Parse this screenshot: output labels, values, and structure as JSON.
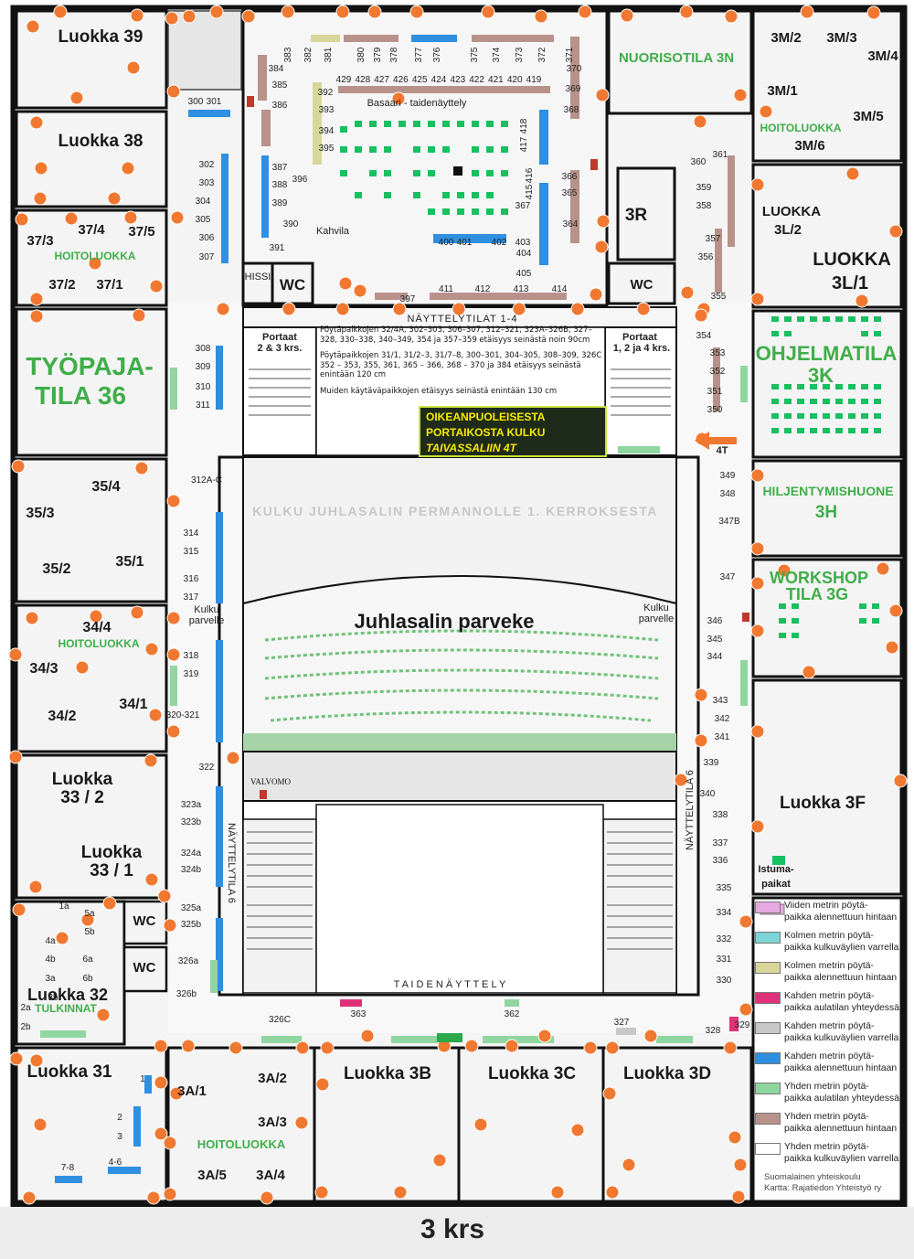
{
  "floor_label": "3 krs",
  "colors": {
    "five_meter_discount": "#e8a9e0",
    "three_meter_corridor": "#7dd3d6",
    "three_meter_discount": "#d9d69a",
    "two_meter_lobby": "#e0327a",
    "two_meter_corridor": "#c8c8c8",
    "one_meter_discount_blue": "#2f8fe0",
    "one_meter_lobby": "#8fd6a0",
    "one_meter_discount_brown": "#b8928a",
    "one_meter_corridor": "#ffffff",
    "marker": "#f07830",
    "room_green": "#3fae49",
    "bazaar_table": "#18c060"
  },
  "rooms": {
    "l39": "Luokka 39",
    "l38": "Luokka 38",
    "r37_3": "37/3",
    "r37_4": "37/4",
    "r37_5": "37/5",
    "r37_2": "37/2",
    "r37_1": "37/1",
    "hoito_37": "HOITOLUOKKA",
    "tyopaja_1": "TYÖPAJA-",
    "tyopaja_2": "TILA 36",
    "r35_4": "35/4",
    "r35_3": "35/3",
    "r35_2": "35/2",
    "r35_1": "35/1",
    "r34_4": "34/4",
    "hoito_34": "HOITOLUOKKA",
    "r34_3": "34/3",
    "r34_2": "34/2",
    "r34_1": "34/1",
    "l33_2a": "Luokka",
    "l33_2b": "33 / 2",
    "l33_1a": "Luokka",
    "l33_1b": "33 / 1",
    "l32": "Luokka 32",
    "tulkinnat": "TULKINNAT",
    "l31": "Luokka 31",
    "r3a1": "3A/1",
    "r3a2": "3A/2",
    "r3a3": "3A/3",
    "hoito_3a": "HOITOLUOKKA",
    "r3a5": "3A/5",
    "r3a4": "3A/4",
    "l3b": "Luokka 3B",
    "l3c": "Luokka 3C",
    "l3d": "Luokka 3D",
    "l3f": "Luokka 3F",
    "istuma_1": "Istuma-",
    "istuma_2": "paikat",
    "workshop_1": "WORKSHOP",
    "workshop_2": "TILA 3G",
    "hiljent_1": "HILJENTYMISHUONE",
    "hiljent_2": "3H",
    "ohjelma_1": "OHJELMATILA",
    "ohjelma_2": "3K",
    "luokka_3l1a": "LUOKKA",
    "luokka_3l1b": "3L/1",
    "luokka_3l2a": "LUOKKA",
    "luokka_3l2b": "3L/2",
    "r3m2": "3M/2",
    "r3m3": "3M/3",
    "r3m4": "3M/4",
    "r3m1": "3M/1",
    "r3m5": "3M/5",
    "r3m6": "3M/6",
    "hoito_3m": "HOITOLUOKKA",
    "nuoriso": "NUORISOTILA 3N",
    "r3r": "3R",
    "wc_1": "WC",
    "wc_2": "WC",
    "wc_3": "WC",
    "wc_4": "WC",
    "hissi": "HISSI",
    "kahvila": "Kahvila",
    "basaari": "Basaari - taidenäyttely",
    "naytt_1_4": "NÄYTTELYTILAT 1-4",
    "portaat_l1": "Portaat",
    "portaat_l2": "2 & 3 krs.",
    "portaat_r1": "Portaat",
    "portaat_r2": "1, 2 ja 4 krs.",
    "kulku_perm": "KULKU JUHLASALIN PERMANNOLLE 1. KERROKSESTA",
    "juhlasali": "Juhlasalin  parveke",
    "kulku_l1": "Kulku",
    "kulku_l2": "parvelle",
    "kulku_r1": "Kulku",
    "kulku_r2": "parvelle",
    "valvomo": "VALVOMO",
    "taidenayttely": "T A I D E N Ä Y T T E L Y",
    "nayttelytila6_l": "NÄYTTELYTILA 6",
    "nayttelytila6_r": "NÄYTTELYTILA 6",
    "t4": "4T"
  },
  "stairs_sign": [
    "OIKEANPUOLEISESTA",
    "PORTAIKOSTA KULKU",
    "TAIVASSALIIN 4T"
  ],
  "notes": [
    "Pöytäpaikkojen 32/4A, 302–303, 306–307, 312–321, 323A–326B, 327–328, 330–338, 340–349, 354 ja 357–359 etäisyys seinästä noin 90cm",
    "Pöytäpaikkojen 31/1, 31/2–3, 31/7–8, 300–301, 304–305, 308–309, 326C 352 – 353, 355, 361, 365 – 366, 368 – 370 ja 384 etäisyys seinästä enintään 120 cm",
    "Muiden käytäväpaikkojen etäisyys seinästä enintään 130 cm"
  ],
  "legend": [
    {
      "label": "Viiden metrin pöytä-\npaikka alennettuun hintaan",
      "color": "#e8a9e0"
    },
    {
      "label": "Kolmen metrin pöytä-\npaikka kulkuväylien varrella",
      "color": "#7dd3d6"
    },
    {
      "label": "Kolmen metrin pöytä-\npaikka alennettuun hintaan",
      "color": "#d9d69a"
    },
    {
      "label": "Kahden metrin pöytä-\npaikka aulatilan yhteydessä",
      "color": "#e0327a"
    },
    {
      "label": "Kahden metrin pöytä-\npaikka kulkuväylien varrella",
      "color": "#c8c8c8"
    },
    {
      "label": "Kahden metrin pöytä-\npaikka alennettuun hintaan",
      "color": "#2f8fe0"
    },
    {
      "label": "Yhden metrin pöytä-\npaikka aulatilan yhteydessä",
      "color": "#8fd6a0"
    },
    {
      "label": "Yhden metrin pöytä-\npaikka alennettuun hintaan",
      "color": "#b8928a"
    },
    {
      "label": "Yhden metrin pöytä-\npaikka kulkuväylien varrella",
      "color": "#ffffff"
    }
  ],
  "credit_1": "Suomalainen yhteiskoulu",
  "credit_2": "Kartta:  Rajatiedon Yhteistyö ry",
  "stand_numbers": {
    "top_row_a": [
      "383",
      "382",
      "381",
      "380",
      "379",
      "378",
      "377",
      "376",
      "375",
      "374",
      "373",
      "372",
      "371"
    ],
    "top_row_b": [
      "429",
      "428",
      "427",
      "426",
      "425",
      "424",
      "423",
      "422",
      "421",
      "420",
      "419"
    ],
    "left_col": [
      "384",
      "385",
      "386",
      "392",
      "393",
      "394",
      "395",
      "396",
      "387",
      "388",
      "389",
      "390",
      "391"
    ],
    "right_col": [
      "370",
      "369",
      "368",
      "418",
      "417",
      "416",
      "415",
      "366",
      "365",
      "367",
      "364",
      "403",
      "404",
      "405"
    ],
    "bottom_row": [
      "400",
      "401",
      "402",
      "397",
      "411",
      "412",
      "413",
      "414"
    ],
    "west_corridor": [
      "300",
      "301",
      "302",
      "303",
      "304",
      "305",
      "306",
      "307",
      "308",
      "309",
      "310",
      "311",
      "312A-C",
      "314",
      "315",
      "316",
      "317",
      "318",
      "319",
      "320-321",
      "322",
      "323a",
      "323b",
      "324a",
      "324b",
      "325a",
      "325b",
      "326a",
      "326b",
      "326C"
    ],
    "east_corridor": [
      "361",
      "360",
      "359",
      "358",
      "357",
      "356",
      "355",
      "354",
      "353",
      "352",
      "351",
      "350",
      "349",
      "348",
      "347B",
      "347",
      "346",
      "345",
      "344",
      "343",
      "342",
      "341",
      "339",
      "340",
      "338",
      "337",
      "336",
      "335",
      "334",
      "332",
      "331",
      "330",
      "329",
      "328",
      "327"
    ],
    "south": [
      "363",
      "362"
    ],
    "l32": [
      "5a",
      "5b",
      "4a",
      "4b",
      "3a",
      "3b",
      "2a",
      "2b",
      "6a",
      "6b",
      "1a"
    ],
    "l31": [
      "1",
      "2",
      "3",
      "4-6",
      "7-8"
    ]
  }
}
